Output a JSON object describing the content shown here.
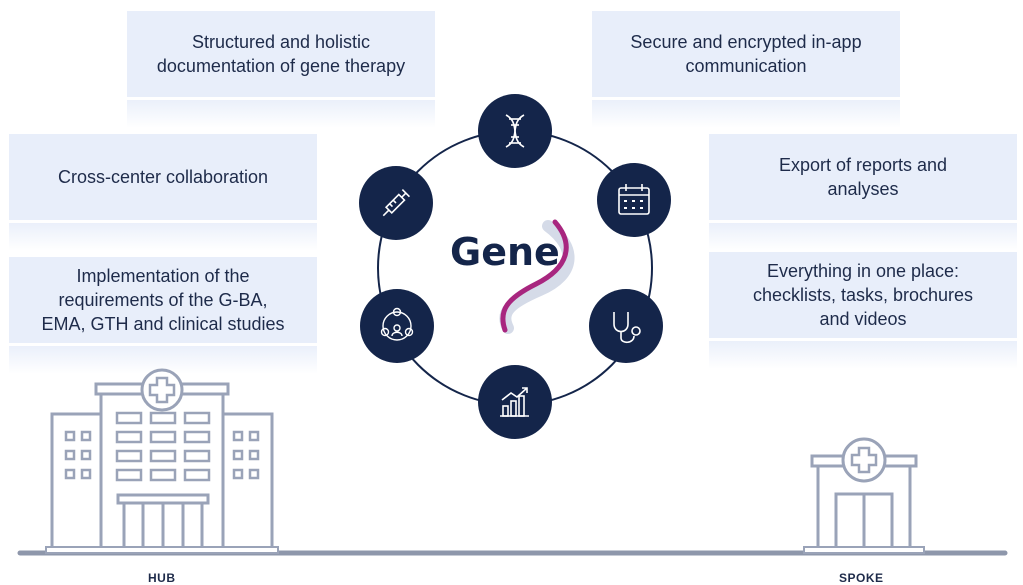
{
  "features": {
    "documentation": "Structured and holistic documentation of gene therapy",
    "communication": "Secure and encrypted in-app communication",
    "collaboration": "Cross-center collaboration",
    "export": "Export of reports and analyses",
    "requirements": "Implementation of the requirements of the G-BA, EMA, GTH and clinical studies",
    "one_place": "Everything in one place: checklists, tasks, brochures and videos"
  },
  "logo": {
    "text": "Gene"
  },
  "labels": {
    "hub": "HUB",
    "spoke": "SPOKE"
  },
  "icons": [
    "dna-icon",
    "calendar-icon",
    "stethoscope-icon",
    "growth-chart-icon",
    "team-network-icon",
    "syringe-icon"
  ],
  "colors": {
    "card_bg": "#e8eefa",
    "node_fill": "#14254a",
    "text": "#1e2b4a",
    "accent_magenta": "#a8267f",
    "building_stroke": "#9aa3b8"
  }
}
